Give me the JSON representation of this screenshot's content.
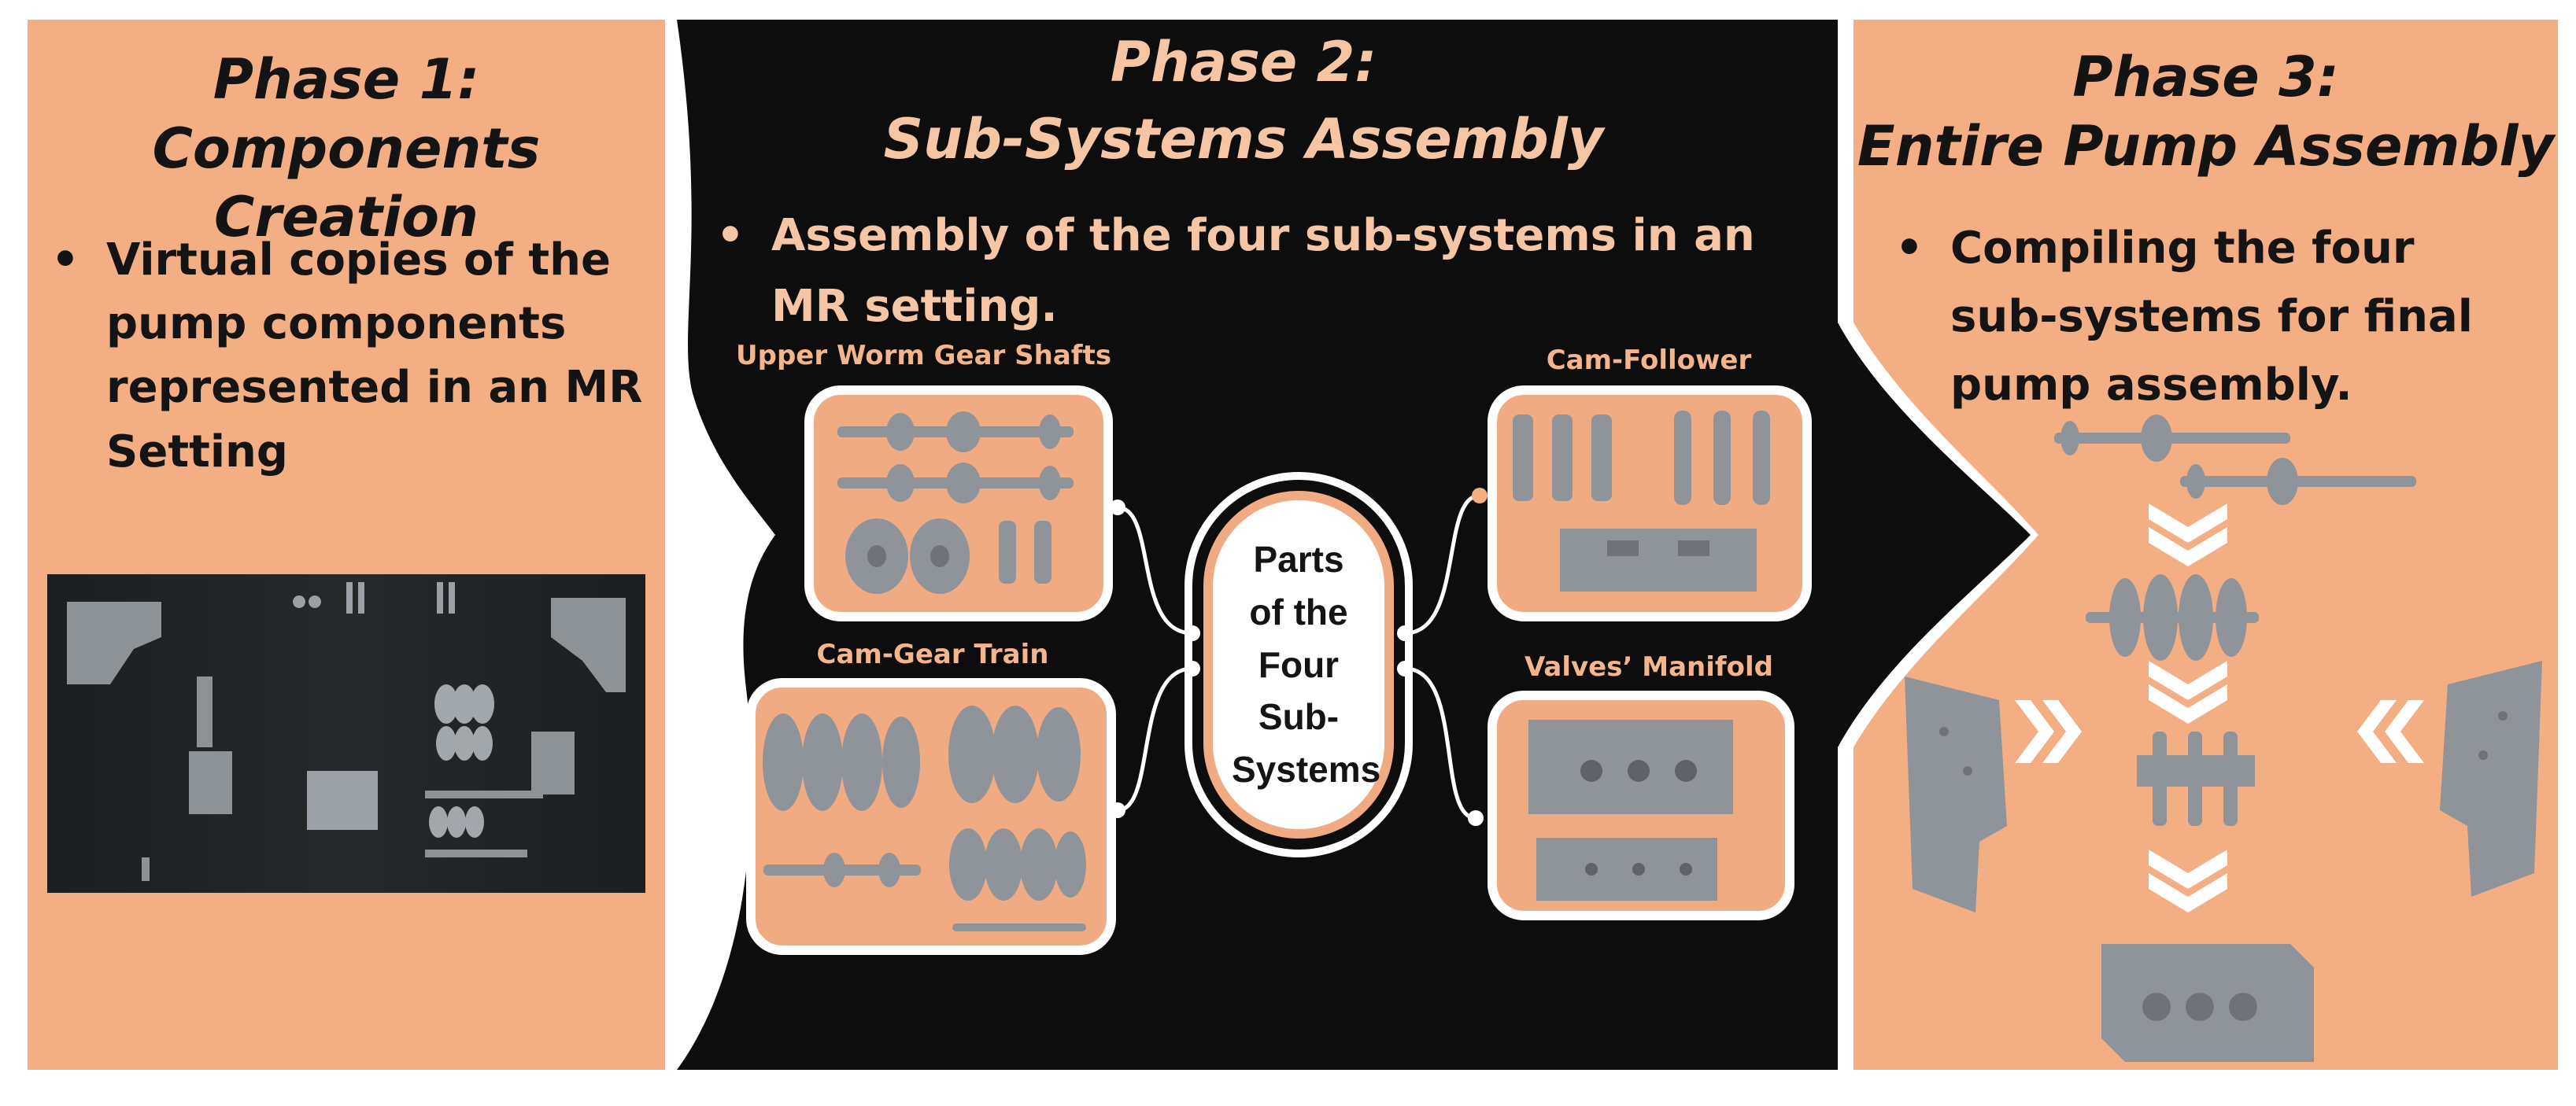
{
  "phase1": {
    "title_line1": "Phase 1:",
    "title_line2": "Components Creation",
    "bullet": "Virtual copies of the pump components represented in an MR Setting"
  },
  "phase2": {
    "title_line1": "Phase 2:",
    "title_line2": "Sub-Systems Assembly",
    "bullet": "Assembly of the four sub-systems in an MR setting.",
    "center_label": "Parts of the Four Sub-Systems",
    "subsystems": {
      "upper_worm": "Upper Worm Gear Shafts",
      "cam_gear": "Cam-Gear Train",
      "cam_follower": "Cam-Follower",
      "valves": "Valves’ Manifold"
    }
  },
  "phase3": {
    "title_line1": "Phase 3:",
    "title_line2": "Entire Pump Assembly",
    "bullet": "Compiling the four sub-systems for final pump assembly."
  },
  "colors": {
    "peach": "#f3ae84",
    "dark": "#0d0d0d",
    "accent_text": "#f6c6a4",
    "part_gray": "#8f949a"
  }
}
